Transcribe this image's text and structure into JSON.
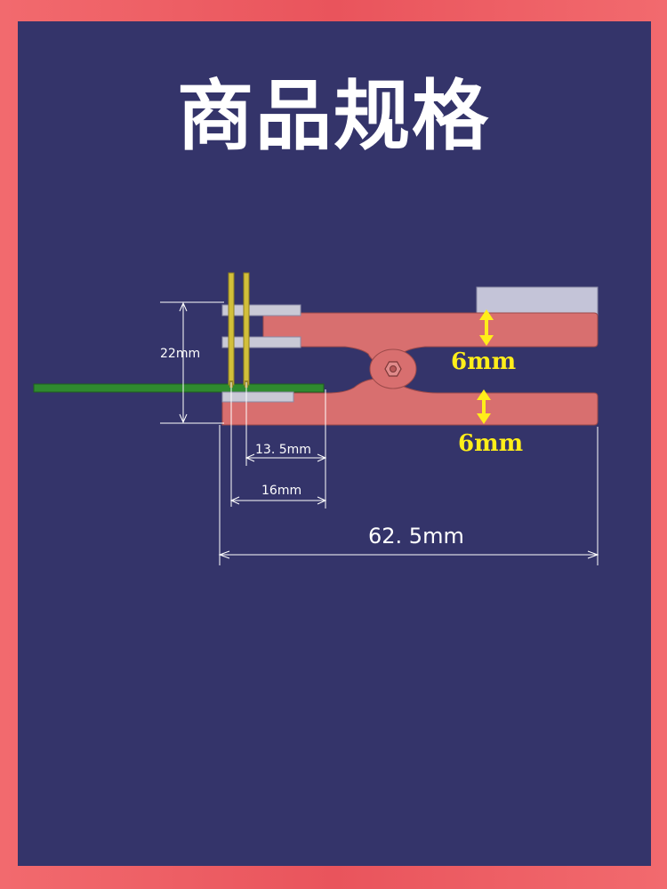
{
  "title": "商品规格",
  "colors": {
    "border": "#ee5f65",
    "panel": "#34346a",
    "clip_body": "#d86f6f",
    "pcb": "#2f8a2f",
    "pins": "#d2bf3a",
    "dimension_lines": "#ffffff",
    "highlight_arrows": "#ffee1a"
  },
  "dimensions": {
    "height": "22mm",
    "inner_length": "13. 5mm",
    "outer_length": "16mm",
    "total_length": "62. 5mm",
    "upper_jaw_thickness": "6mm",
    "lower_jaw_thickness": "6mm"
  }
}
